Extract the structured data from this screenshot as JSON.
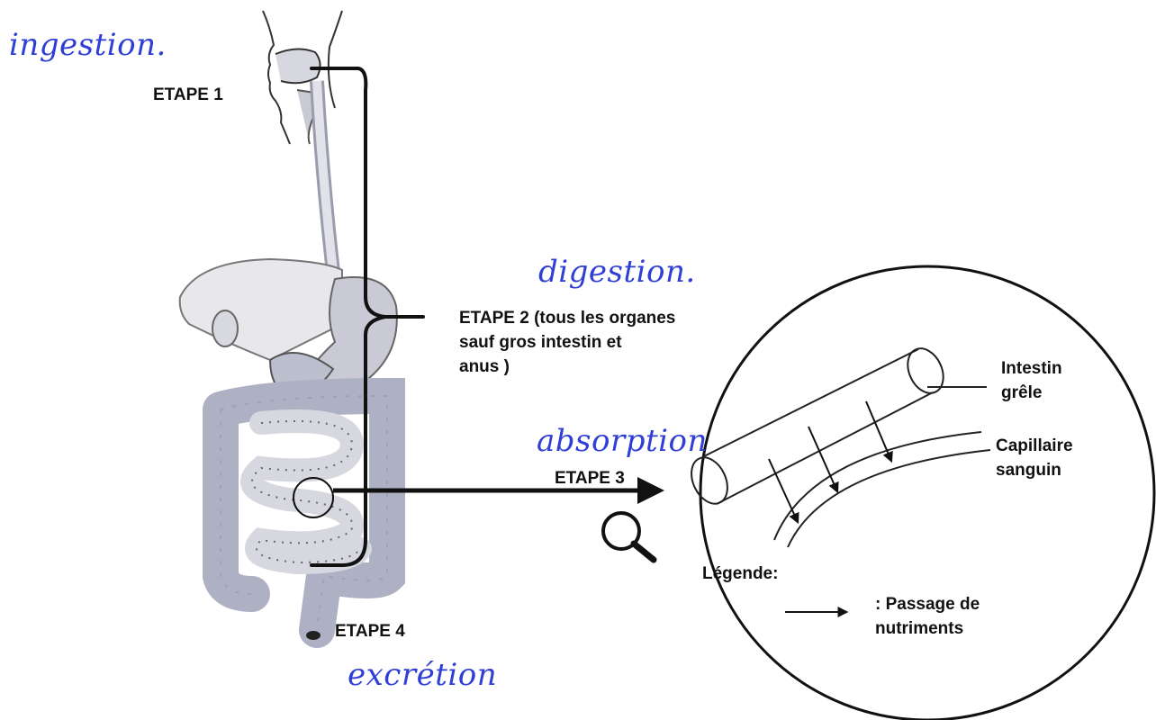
{
  "handwritten": {
    "ingestion": "ingestion.",
    "digestion": "digestion.",
    "absorption": "absorption",
    "excretion": "excrétion"
  },
  "steps": {
    "step1": "ETAPE 1",
    "step2_title": "ETAPE 2",
    "step2_note_line1": "(tous les organes",
    "step2_note_line2": "sauf gros intestin et",
    "step2_note_line3": "anus )",
    "step3": "ETAPE 3",
    "step4": "ETAPE 4"
  },
  "zoom": {
    "label_intestin_line1": "Intestin",
    "label_intestin_line2": "grêle",
    "label_capillaire_line1": "Capillaire",
    "label_capillaire_line2": "sanguin",
    "legend_title": "Légende:",
    "legend_text_line1": ": Passage de",
    "legend_text_line2": "nutriments"
  },
  "icons": {
    "magnifier": "magnifier-icon"
  },
  "colors": {
    "organs_gray": "#b5b8c8",
    "organs_light": "#dcdde3",
    "handwriting_blue": "#2f3fd6",
    "ink": "#111111"
  }
}
